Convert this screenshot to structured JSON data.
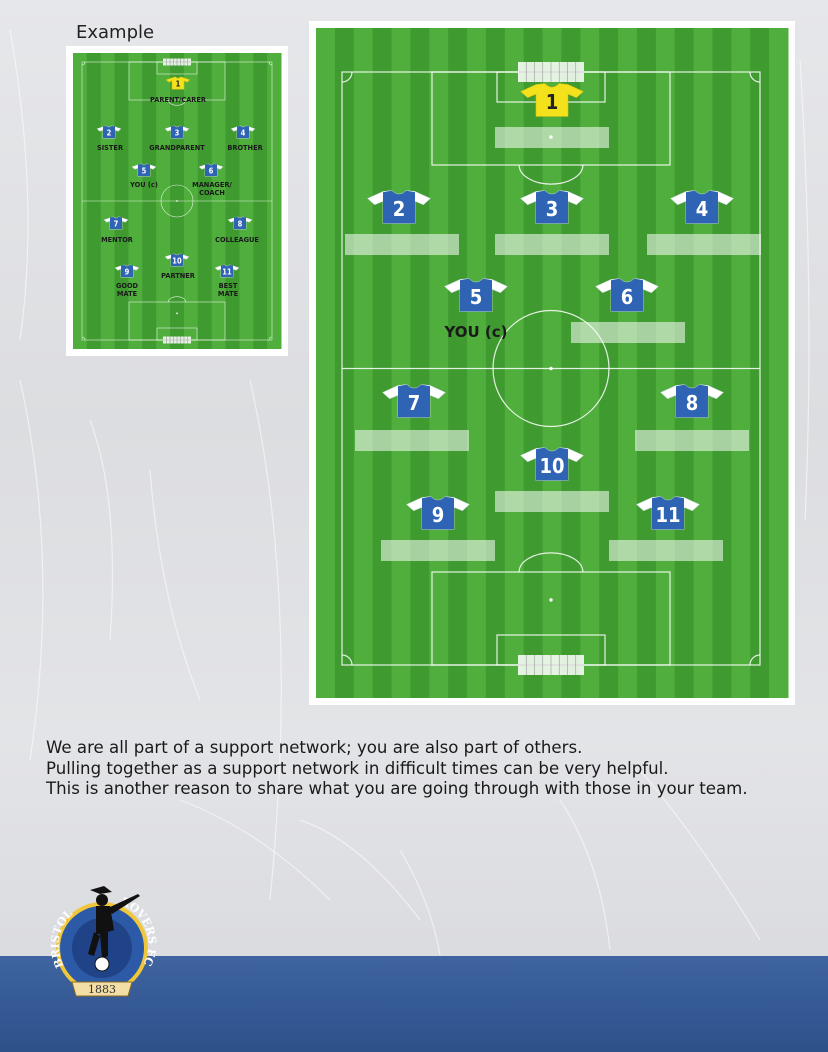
{
  "example": {
    "label": "Example",
    "players": [
      {
        "number": "1",
        "name": "PARENT/CARER",
        "kit": "yellow"
      },
      {
        "number": "2",
        "name": "SISTER",
        "kit": "blue"
      },
      {
        "number": "3",
        "name": "GRANDPARENT",
        "kit": "blue"
      },
      {
        "number": "4",
        "name": "BROTHER",
        "kit": "blue"
      },
      {
        "number": "5",
        "name": "YOU (c)",
        "kit": "blue"
      },
      {
        "number": "6",
        "name": "MANAGER/ COACH",
        "kit": "blue"
      },
      {
        "number": "7",
        "name": "MENTOR",
        "kit": "blue"
      },
      {
        "number": "8",
        "name": "COLLEAGUE",
        "kit": "blue"
      },
      {
        "number": "9",
        "name": "GOOD MATE",
        "kit": "blue"
      },
      {
        "number": "10",
        "name": "PARTNER",
        "kit": "blue"
      },
      {
        "number": "11",
        "name": "BEST MATE",
        "kit": "blue"
      }
    ]
  },
  "team": {
    "players": [
      {
        "number": "1",
        "name": "",
        "kit": "yellow"
      },
      {
        "number": "2",
        "name": "",
        "kit": "blue"
      },
      {
        "number": "3",
        "name": "",
        "kit": "blue"
      },
      {
        "number": "4",
        "name": "",
        "kit": "blue"
      },
      {
        "number": "5",
        "name": "YOU (c)",
        "kit": "blue"
      },
      {
        "number": "6",
        "name": "",
        "kit": "blue"
      },
      {
        "number": "7",
        "name": "",
        "kit": "blue"
      },
      {
        "number": "8",
        "name": "",
        "kit": "blue"
      },
      {
        "number": "9",
        "name": "",
        "kit": "blue"
      },
      {
        "number": "10",
        "name": "",
        "kit": "blue"
      },
      {
        "number": "11",
        "name": "",
        "kit": "blue"
      }
    ]
  },
  "body": {
    "lines": [
      "We are all part of a support network; you are also part of others.",
      "Pulling together as a support network in difficult times can be very helpful.",
      "This is another reason to share what you are going through with those in your team."
    ]
  },
  "crest": {
    "text_left": "BRISTOL",
    "text_right": "ROVERS FC",
    "year": "1883"
  },
  "colors": {
    "grass_light": "#4fae3c",
    "grass_dark": "#3f9a30",
    "kit_blue": "#2f63b3",
    "kit_yellow": "#f3e21b",
    "band_blue": "#355a96"
  }
}
